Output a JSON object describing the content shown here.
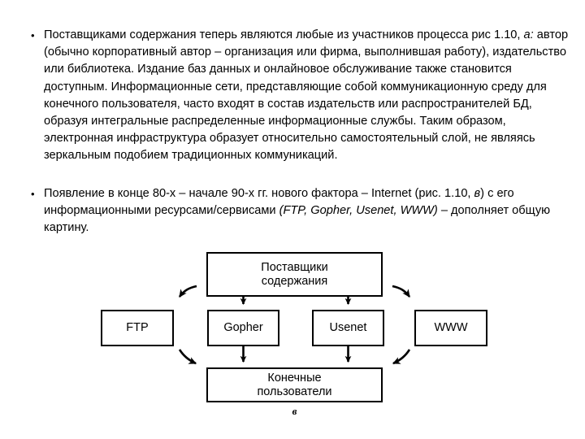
{
  "slide": {
    "bullets": [
      {
        "id": "bullet-1",
        "segments": [
          {
            "text": "Поставщиками содержания теперь являются любые из участников процесса рис 1.10, ",
            "style": "normal"
          },
          {
            "text": "а:",
            "style": "italic"
          },
          {
            "text": " автор (обычно корпоративный автор – организация или фирма, выполнившая работу), издательство или библиотека. Издание баз данных и онлайновое обслуживание также становится доступным. Информационные сети, представляющие собой коммуникационную среду для конечного пользователя, часто входят в состав издательств или распространителей БД, образуя интегральные распределенные информационные службы. Таким образом, электронная инфраструктура образует относительно самостоятельный слой, не являясь зеркальным подобием традиционных коммуникаций.",
            "style": "normal"
          }
        ]
      },
      {
        "id": "bullet-2",
        "segments": [
          {
            "text": "Появление в конце 80-х – начале 90-х гг. нового фактора – Internet (рис. 1.10, ",
            "style": "normal"
          },
          {
            "text": "в",
            "style": "italic"
          },
          {
            "text": ") с его информационными ресурсами/сервисами ",
            "style": "normal"
          },
          {
            "text": "(FTP, Gopher, Usenet, WWW)",
            "style": "italic"
          },
          {
            "text": " – дополняет общую картину.",
            "style": "normal"
          }
        ]
      }
    ]
  },
  "diagram": {
    "caption": "в",
    "nodes": {
      "providers": {
        "label": "Поставщики\nсодержания",
        "line1": "Поставщики",
        "line2": "содержания"
      },
      "ftp": {
        "label": "FTP"
      },
      "gopher": {
        "label": "Gopher"
      },
      "usenet": {
        "label": "Usenet"
      },
      "www": {
        "label": "WWW"
      },
      "endusers": {
        "label": "Конечные\nпользователи",
        "line1": "Конечные",
        "line2": "пользователи"
      }
    },
    "edges": [
      {
        "from": "providers",
        "to": "gopher",
        "kind": "straight-arrow-down"
      },
      {
        "from": "providers",
        "to": "usenet",
        "kind": "straight-arrow-down"
      },
      {
        "from": "providers",
        "to": "ftp",
        "kind": "curved-arrow-left-down"
      },
      {
        "from": "providers",
        "to": "www",
        "kind": "curved-arrow-right-down"
      },
      {
        "from": "gopher",
        "to": "endusers",
        "kind": "straight-arrow-down"
      },
      {
        "from": "usenet",
        "to": "endusers",
        "kind": "straight-arrow-down"
      },
      {
        "from": "ftp",
        "to": "endusers",
        "kind": "curved-arrow-right-down"
      },
      {
        "from": "www",
        "to": "endusers",
        "kind": "curved-arrow-left-down"
      }
    ],
    "colors": {
      "stroke": "#000000",
      "fill": "#ffffff",
      "background": "#ffffff"
    }
  }
}
